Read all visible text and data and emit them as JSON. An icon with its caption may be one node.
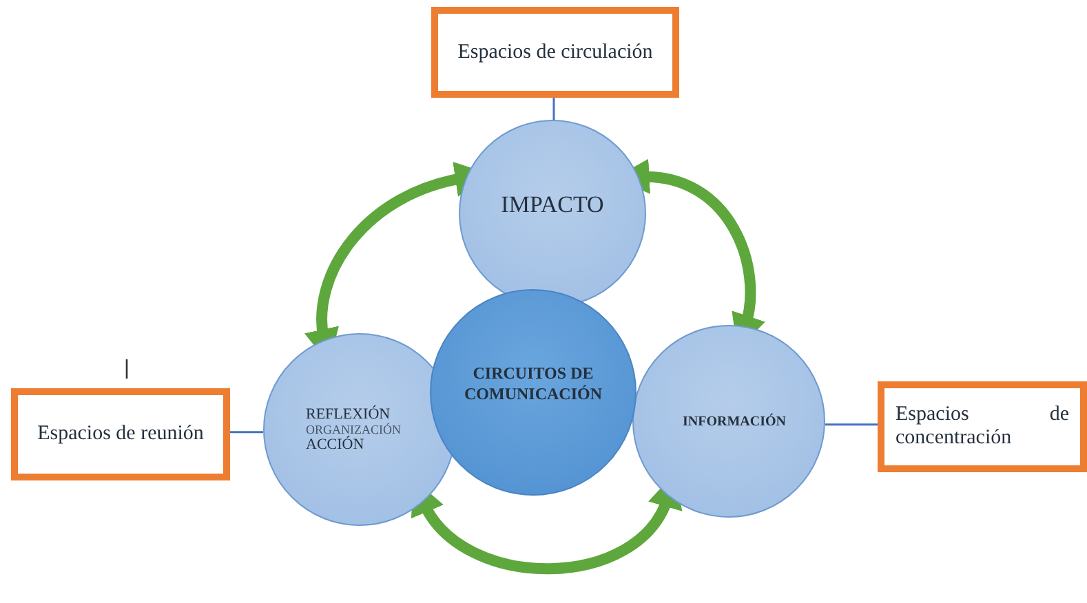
{
  "diagram": {
    "nodes": [
      {
        "text": [
          "Espacios de circulación"
        ]
      },
      {
        "text": [
          "IMPACTO"
        ]
      },
      {
        "text": [
          "REFLEXIÓN",
          "ORGANIZACIÓN",
          "ACCIÓN"
        ]
      },
      {
        "text": [
          "CIRCUITOS DE COMUNICACIÓN"
        ]
      },
      {
        "text": [
          "INFORMACIÓN"
        ]
      },
      {
        "text": [
          "Espacios de reunión"
        ]
      },
      {
        "text": [
          "Espacios de concentración"
        ]
      }
    ],
    "edges": [
      {
        "from": 0,
        "to": 1,
        "arrow": "none"
      },
      {
        "from": 5,
        "to": 2,
        "arrow": "none"
      },
      {
        "from": 6,
        "to": 4,
        "arrow": "none"
      },
      {
        "from": 2,
        "to": 1,
        "arrow": "both",
        "style": "thick",
        "color": "#5ea73c"
      },
      {
        "from": 1,
        "to": 4,
        "arrow": "both",
        "style": "thick",
        "color": "#5ea73c"
      },
      {
        "from": 2,
        "to": 4,
        "arrow": "both",
        "style": "thick",
        "color": "#5ea73c"
      }
    ]
  }
}
